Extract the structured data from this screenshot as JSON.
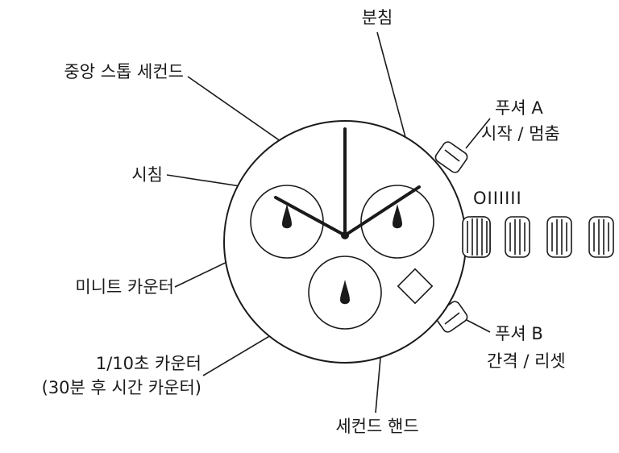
{
  "labels": {
    "minute_hand": "분침",
    "center_stop_second": "중앙 스톱 세컨드",
    "pusher_a_name": "푸셔 A",
    "pusher_a_function": "시작 / 멈춤",
    "hour_hand": "시침",
    "crown_positions": "OIIIIII",
    "minute_counter": "미니트 카운터",
    "pusher_b_name": "푸셔 B",
    "pusher_b_function": "간격 / 리셋",
    "tenth_second_counter_line1": "1/10초 카운터",
    "tenth_second_counter_line2": "(30분 후 시간 카운터)",
    "second_hand": "세컨드 핸드"
  },
  "colors": {
    "line": "#1a1a1a",
    "background": "#ffffff"
  }
}
